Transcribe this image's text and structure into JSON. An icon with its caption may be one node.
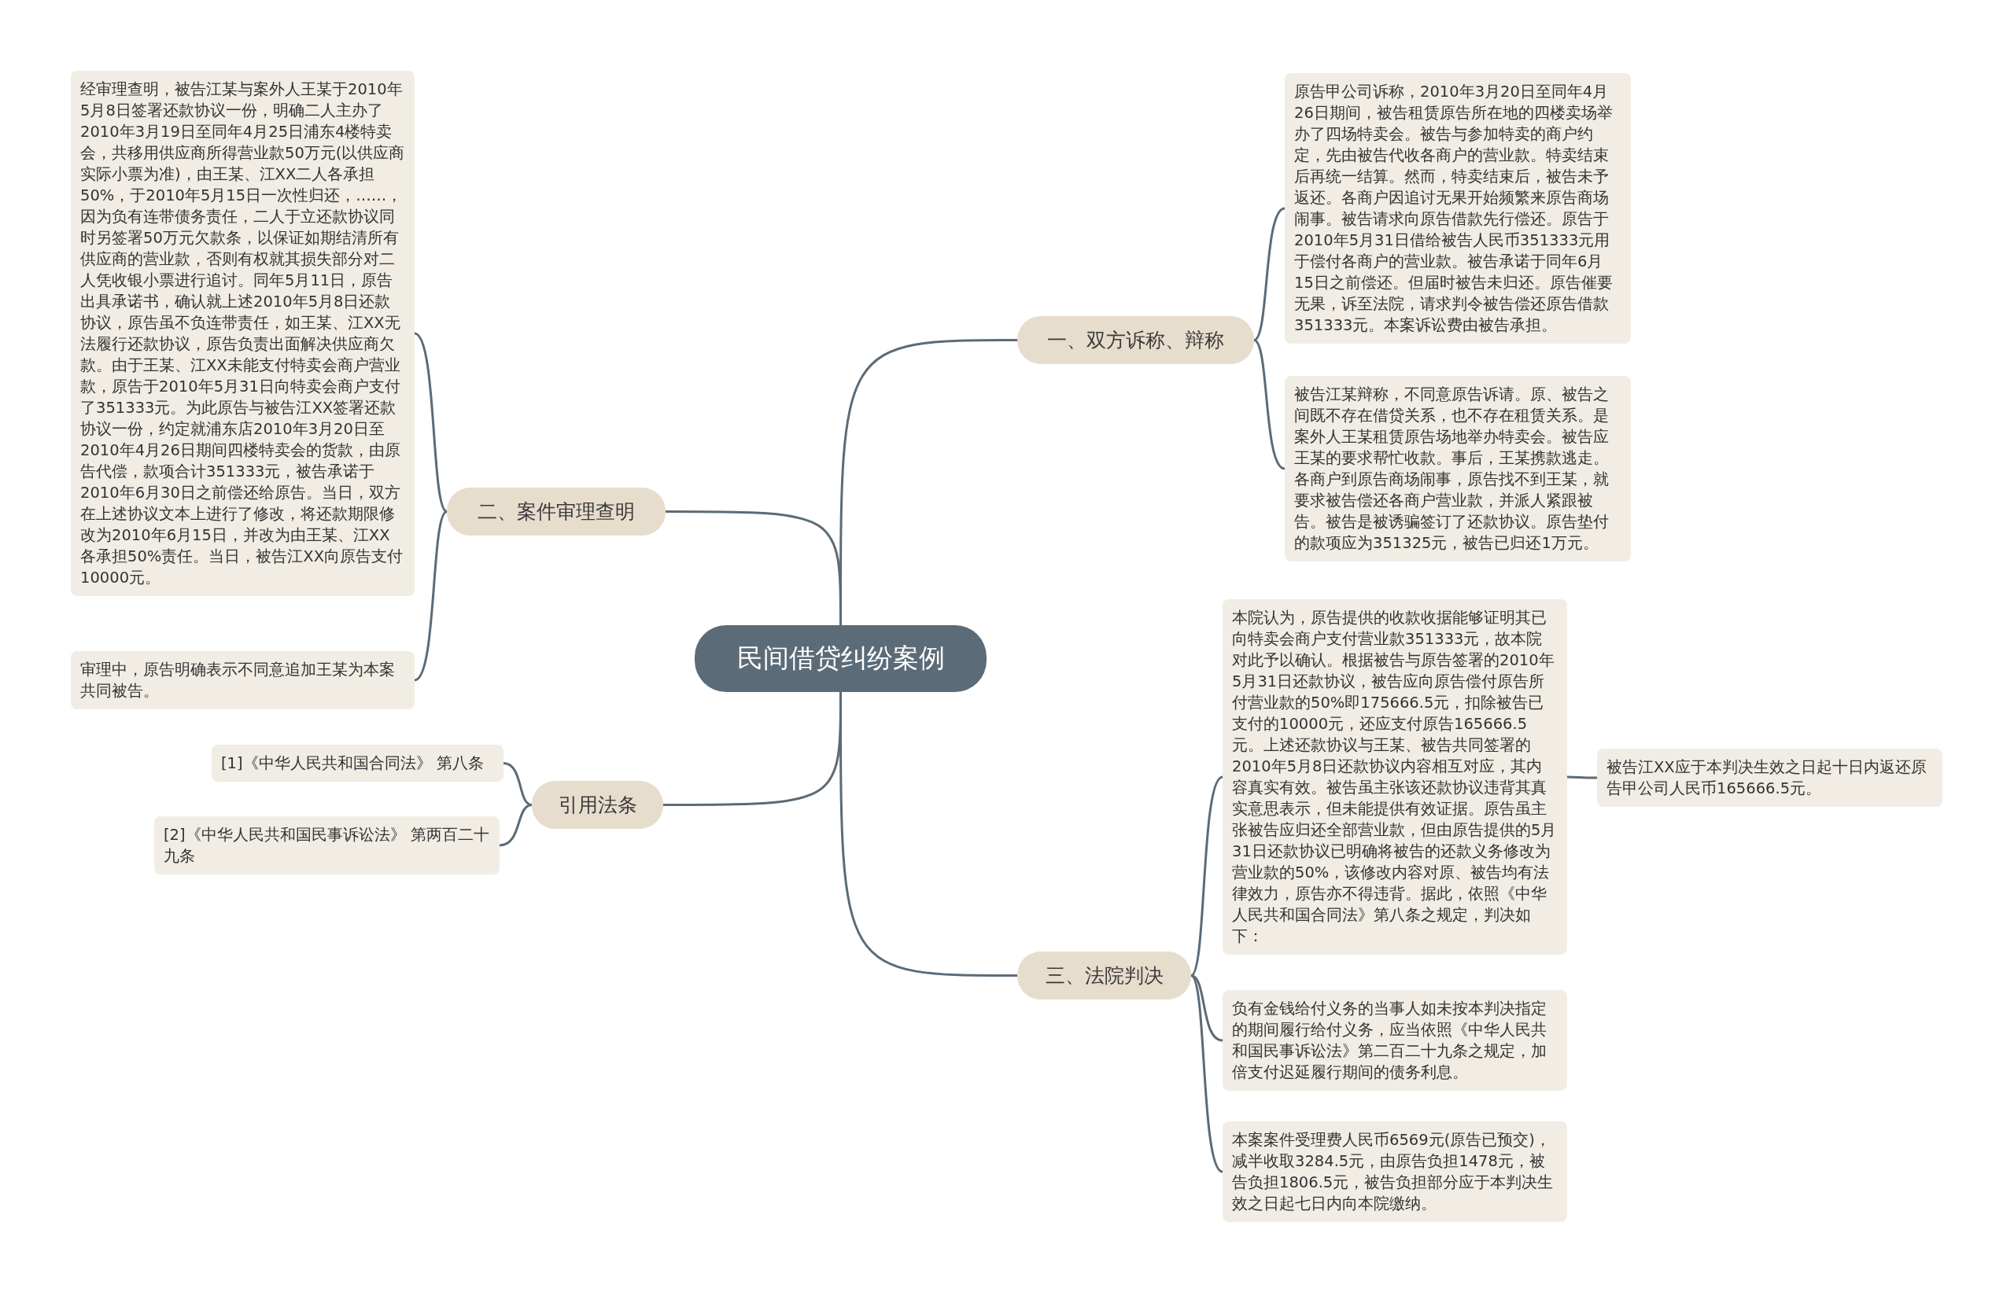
{
  "diagram": {
    "nodes": [
      {
        "text": [
          "民间借贷纠纷案例"
        ]
      },
      {
        "text": [
          "一、双方诉称、辩称"
        ]
      },
      {
        "text": [
          "原告甲公司诉称，2010年3月20日至同年4月26日期间，被告租赁原告所在地的四楼卖场举办了四场特卖会。被告与参加特卖的商户约定，先由被告代收各商户的营业款。特卖结束后再统一结算。然而，特卖结束后，被告未予返还。各商户因追讨无果开始频繁来原告商场闹事。被告请求向原告借款先行偿还。原告于2010年5月31日借给被告人民币351333元用于偿付各商户的营业款。被告承诺于同年6月15日之前偿还。但届时被告未归还。原告催要无果，诉至法院，请求判令被告偿还原告借款351333元。本案诉讼费由被告承担。"
        ]
      },
      {
        "text": [
          "被告江某辩称，不同意原告诉请。原、被告之间既不存在借贷关系，也不存在租赁关系。是案外人王某租赁原告场地举办特卖会。被告应王某的要求帮忙收款。事后，王某携款逃走。各商户到原告商场闹事，原告找不到王某，就要求被告偿还各商户营业款，并派人紧跟被告。被告是被诱骗签订了还款协议。原告垫付的款项应为351325元，被告已归还1万元。"
        ]
      },
      {
        "text": [
          "二、案件审理查明"
        ]
      },
      {
        "text": [
          "经审理查明，被告江某与案外人王某于2010年5月8日签署还款协议一份，明确二人主办了2010年3月19日至同年4月25日浦东4楼特卖会，共移用供应商所得营业款50万元(以供应商实际小票为准)，由王某、江XX二人各承担50%，于2010年5月15日一次性归还，……，因为负有连带债务责任，二人于立还款协议同时另签署50万元欠款条，以保证如期结清所有供应商的营业款，否则有权就其损失部分对二人凭收银小票进行追讨。同年5月11日，原告出具承诺书，确认就上述2010年5月8日还款协议，原告虽不负连带责任，如王某、江XX无法履行还款协议，原告负责出面解决供应商欠款。由于王某、江XX未能支付特卖会商户营业款，原告于2010年5月31日向特卖会商户支付了351333元。为此原告与被告江XX签署还款协议一份，约定就浦东店2010年3月20日至2010年4月26日期间四楼特卖会的货款，由原告代偿，款项合计351333元，被告承诺于2010年6月30日之前偿还给原告。当日，双方在上述协议文本上进行了修改，将还款期限修改为2010年6月15日，并改为由王某、江XX各承担50%责任。当日，被告江XX向原告支付10000元。"
        ]
      },
      {
        "text": [
          "审理中，原告明确表示不同意追加王某为本案共同被告。"
        ]
      },
      {
        "text": [
          "引用法条"
        ]
      },
      {
        "text": [
          "[1]《中华人民共和国合同法》 第八条"
        ]
      },
      {
        "text": [
          "[2]《中华人民共和国民事诉讼法》 第两百二十九条"
        ]
      },
      {
        "text": [
          "三、法院判决"
        ]
      },
      {
        "text": [
          "本院认为，原告提供的收款收据能够证明其已向特卖会商户支付营业款351333元，故本院对此予以确认。根据被告与原告签署的2010年5月31日还款协议，被告应向原告偿付原告所付营业款的50%即175666.5元，扣除被告已支付的10000元，还应支付原告165666.5元。上述还款协议与王某、被告共同签署的2010年5月8日还款协议内容相互对应，其内容真实有效。被告虽主张该还款协议违背其真实意思表示，但未能提供有效证据。原告虽主张被告应归还全部营业款，但由原告提供的5月31日还款协议已明确将被告的还款义务修改为营业款的50%，该修改内容对原、被告均有法律效力，原告亦不得违背。据此，依照《中华人民共和国合同法》第八条之规定，判决如下："
        ]
      },
      {
        "text": [
          "被告江XX应于本判决生效之日起十日内返还原告甲公司人民币165666.5元。"
        ]
      },
      {
        "text": [
          "负有金钱给付义务的当事人如未按本判决指定的期间履行给付义务，应当依照《中华人民共和国民事诉讼法》第二百二十九条之规定，加倍支付迟延履行期间的债务利息。"
        ]
      },
      {
        "text": [
          "本案案件受理费人民币6569元(原告已预交)，减半收取3284.5元，由原告负担1478元，被告负担1806.5元，被告负担部分应于本判决生效之日起七日内向本院缴纳。"
        ]
      }
    ],
    "edges": [
      {
        "from": 0,
        "to": 1,
        "arrow": "none"
      },
      {
        "from": 1,
        "to": 2,
        "arrow": "none"
      },
      {
        "from": 1,
        "to": 3,
        "arrow": "none"
      },
      {
        "from": 0,
        "to": 4,
        "arrow": "none"
      },
      {
        "from": 4,
        "to": 5,
        "arrow": "none"
      },
      {
        "from": 4,
        "to": 6,
        "arrow": "none"
      },
      {
        "from": 0,
        "to": 7,
        "arrow": "none"
      },
      {
        "from": 7,
        "to": 8,
        "arrow": "none"
      },
      {
        "from": 7,
        "to": 9,
        "arrow": "none"
      },
      {
        "from": 0,
        "to": 10,
        "arrow": "none"
      },
      {
        "from": 10,
        "to": 11,
        "arrow": "none"
      },
      {
        "from": 11,
        "to": 12,
        "arrow": "none"
      },
      {
        "from": 10,
        "to": 13,
        "arrow": "none"
      },
      {
        "from": 10,
        "to": 14,
        "arrow": "none"
      }
    ]
  }
}
